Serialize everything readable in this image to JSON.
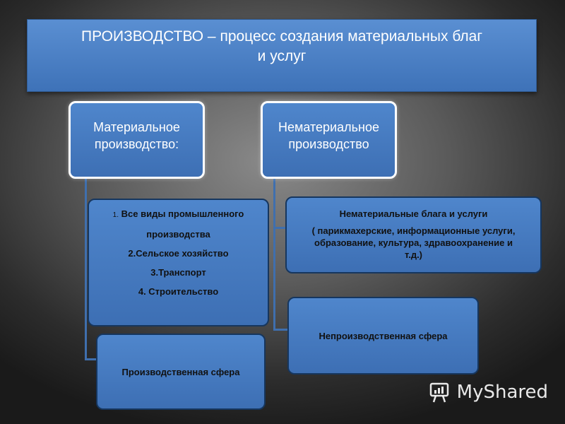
{
  "title": {
    "line1": "ПРОИЗВОДСТВО – процесс создания материальных благ",
    "line2": "и услуг"
  },
  "material": {
    "header_line1": "Материальное",
    "header_line2": "производство:",
    "list": {
      "item1_num": "1.",
      "item1_text": "Все виды промышленного",
      "item1_cont": "производства",
      "item2": "2.Сельское хозяйство",
      "item3": "3.Транспорт",
      "item4": "4. Строительство"
    },
    "sphere": "Производственная  сфера"
  },
  "nonmaterial": {
    "header_line1": "Нематериальное",
    "header_line2": "производство",
    "goods_title": "Нематериальные  блага  и услуги",
    "goods_desc": "( парикмахерские,  информационные услуги, образование,  культура, здравоохранение   и т.д.)",
    "sphere": "Непроизводственная  сфера"
  },
  "watermark": {
    "text": "MyShared",
    "icon": "myshared-logo-icon"
  },
  "colors": {
    "box_blue": "#4a7fc4",
    "box_border": "#16365e",
    "header_border": "#ffffff"
  }
}
